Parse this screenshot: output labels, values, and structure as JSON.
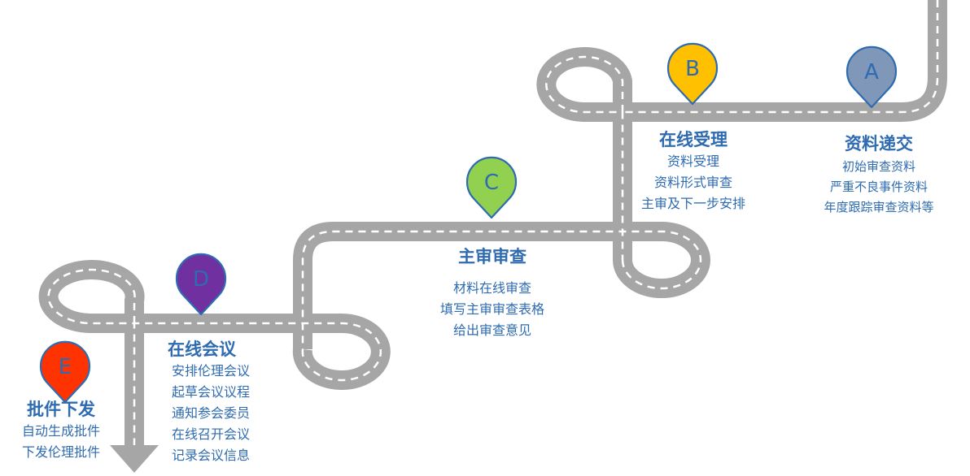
{
  "stages": [
    {
      "key": "A",
      "letter": "A",
      "title": "资料递交",
      "color": "#7f97b8",
      "items": [
        "初始审查资料",
        "严重不良事件资料",
        "年度跟踪审查资料等"
      ]
    },
    {
      "key": "B",
      "letter": "B",
      "title": "在线受理",
      "color": "#ffc000",
      "items": [
        "资料受理",
        "资料形式审查",
        "主审及下一步安排"
      ]
    },
    {
      "key": "C",
      "letter": "C",
      "title": "主审审查",
      "color": "#92d050",
      "items": [
        "材料在线审查",
        "填写主审审查表格",
        "给出审查意见"
      ]
    },
    {
      "key": "D",
      "letter": "D",
      "title": "在线会议",
      "color": "#7030a0",
      "items": [
        "安排伦理会议",
        "起草会议议程",
        "通知参会委员",
        "在线召开会议",
        "记录会议信息"
      ]
    },
    {
      "key": "E",
      "letter": "E",
      "title": "批件下发",
      "color": "#ff3300",
      "items": [
        "自动生成批件",
        "下发伦理批件"
      ]
    }
  ],
  "colors": {
    "road": "#a6a6a6",
    "lane": "#ffffff",
    "marker_outline": "#2e6bb0",
    "text": "#2e6bb0"
  }
}
